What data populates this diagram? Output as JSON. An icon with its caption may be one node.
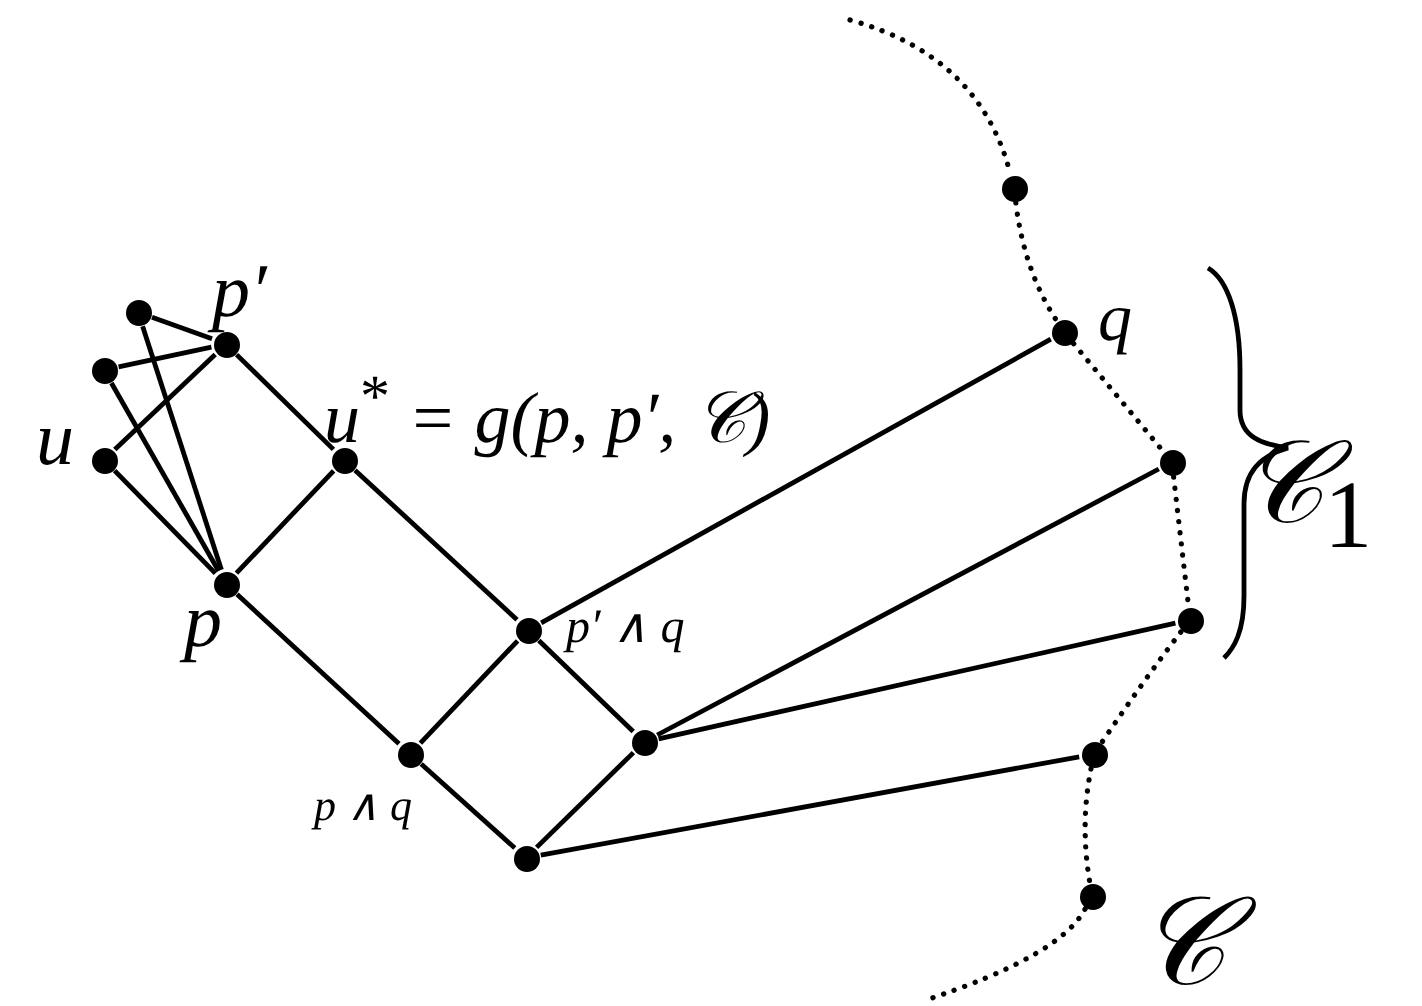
{
  "diagram": {
    "nodes": [
      {
        "text": [],
        "shape": "circle"
      },
      {
        "text": [],
        "shape": "circle"
      },
      {
        "text": [],
        "shape": "circle",
        "beside": [
          "u"
        ]
      },
      {
        "text": [],
        "shape": "circle",
        "beside": [
          "p′"
        ]
      },
      {
        "text": [],
        "shape": "circle",
        "beside": [
          "p"
        ]
      },
      {
        "text": [],
        "shape": "circle",
        "beside": [
          "u$^{*}$ = g(p, p′, 𝒞)"
        ]
      },
      {
        "text": [],
        "shape": "circle",
        "beside": [
          "p′ ∧ q"
        ]
      },
      {
        "text": [],
        "shape": "circle",
        "beside": [
          "p ∧ q"
        ]
      },
      {
        "text": [],
        "shape": "circle"
      },
      {
        "text": [],
        "shape": "circle"
      },
      {
        "text": [],
        "shape": "circle"
      },
      {
        "text": [],
        "shape": "circle",
        "beside": [
          "q"
        ]
      },
      {
        "text": [],
        "shape": "circle"
      },
      {
        "text": [],
        "shape": "circle"
      },
      {
        "text": [],
        "shape": "circle"
      },
      {
        "text": [],
        "shape": "circle"
      }
    ],
    "edges": [
      {
        "from": 0,
        "to": 3,
        "arrow": "none"
      },
      {
        "from": 0,
        "to": 4,
        "arrow": "none"
      },
      {
        "from": 1,
        "to": 3,
        "arrow": "none"
      },
      {
        "from": 1,
        "to": 4,
        "arrow": "none"
      },
      {
        "from": 2,
        "to": 3,
        "arrow": "none"
      },
      {
        "from": 2,
        "to": 4,
        "arrow": "none"
      },
      {
        "from": 3,
        "to": 5,
        "arrow": "none"
      },
      {
        "from": 4,
        "to": 5,
        "arrow": "none"
      },
      {
        "from": 5,
        "to": 6,
        "arrow": "none"
      },
      {
        "from": 4,
        "to": 7,
        "arrow": "none"
      },
      {
        "from": 7,
        "to": 6,
        "arrow": "none"
      },
      {
        "from": 6,
        "to": 8,
        "arrow": "none"
      },
      {
        "from": 7,
        "to": 9,
        "arrow": "none"
      },
      {
        "from": 9,
        "to": 8,
        "arrow": "none"
      },
      {
        "from": 6,
        "to": 11,
        "arrow": "none"
      },
      {
        "from": 8,
        "to": 12,
        "arrow": "none"
      },
      {
        "from": 8,
        "to": 13,
        "arrow": "none"
      },
      {
        "from": 9,
        "to": 14,
        "arrow": "none"
      },
      {
        "from": null,
        "to": 10,
        "arrow": "none",
        "style": "dashed"
      },
      {
        "from": 10,
        "to": 11,
        "arrow": "none",
        "style": "dashed"
      },
      {
        "from": 11,
        "to": 12,
        "arrow": "none",
        "style": "dashed"
      },
      {
        "from": 12,
        "to": 13,
        "arrow": "none",
        "style": "dashed"
      },
      {
        "from": 13,
        "to": 14,
        "arrow": "none",
        "style": "dashed"
      },
      {
        "from": 14,
        "to": 15,
        "arrow": "none",
        "style": "dashed"
      },
      {
        "from": 15,
        "to": null,
        "arrow": "none",
        "style": "dashed"
      }
    ],
    "labels": [
      "𝒞$_{1}$",
      "𝒞"
    ]
  }
}
